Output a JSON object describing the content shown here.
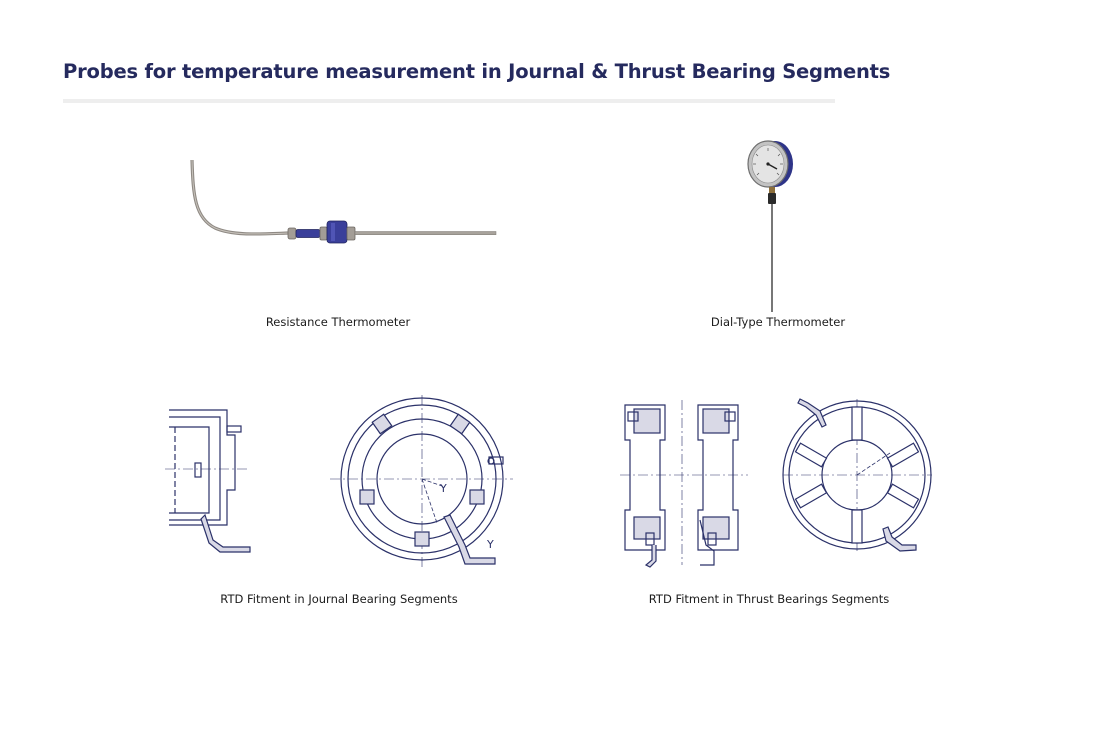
{
  "page": {
    "title": "Probes for temperature measurement in Journal & Thrust Bearing Segments"
  },
  "figures": [
    {
      "caption": "Resistance Thermometer"
    },
    {
      "caption": "Dial-Type Thermometer"
    },
    {
      "caption": "RTD Fitment in Journal Bearing Segments"
    },
    {
      "caption": "RTD Fitment in Thrust Bearings Segments"
    }
  ],
  "drawing_labels": {
    "journal_angle_1": "Y",
    "journal_angle_2": "Y"
  },
  "colors": {
    "title": "#252a5e",
    "line_art": "#2b3169",
    "probe_blue": "#3a3f9a",
    "probe_grey": "#9a958f"
  }
}
